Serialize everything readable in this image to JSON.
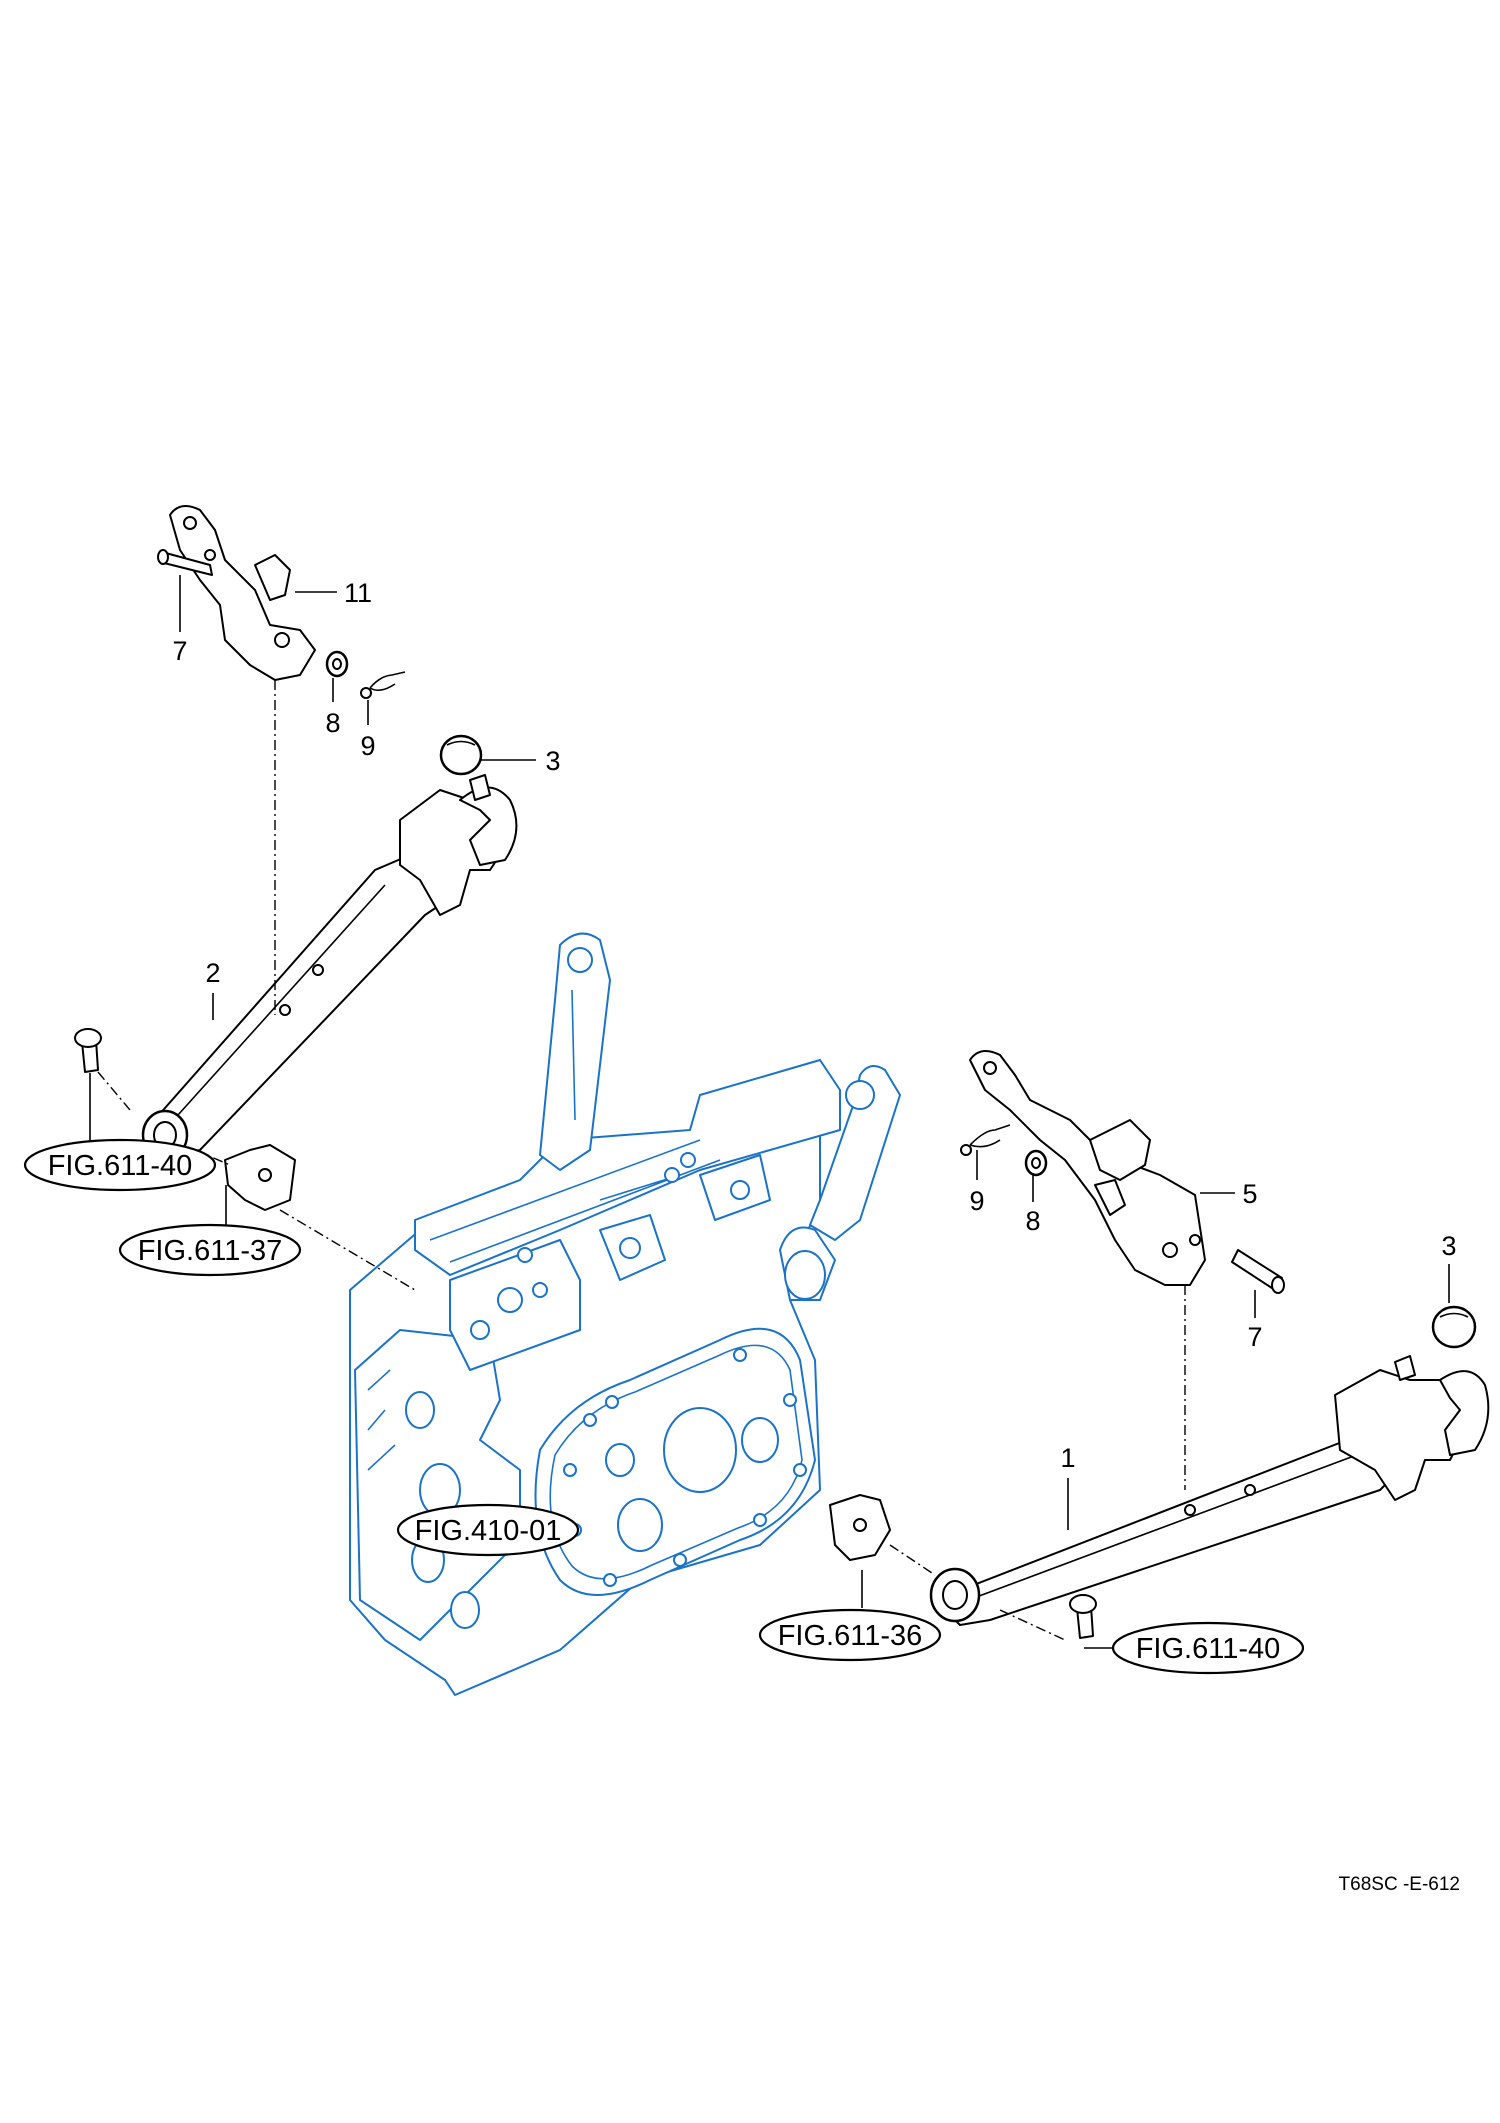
{
  "callouts": {
    "link_left": "2",
    "link_right": "1",
    "stabilizer_left": "11",
    "stabilizer_right": "5",
    "ball_left": "3",
    "ball_right": "3",
    "pin_left": "7",
    "pin_right": "7",
    "washer_left": "8",
    "washer_right": "8",
    "clip_left": "9",
    "clip_right": "9"
  },
  "references": {
    "fig_611_40_left": "FIG.611-40",
    "fig_611_37": "FIG.611-37",
    "fig_410_01": "FIG.410-01",
    "fig_611_36": "FIG.611-36",
    "fig_611_40_right": "FIG.611-40"
  },
  "sheet_code": "T68SC -E-612",
  "colors": {
    "ink": "#000000",
    "housing": "#1a73c9"
  }
}
